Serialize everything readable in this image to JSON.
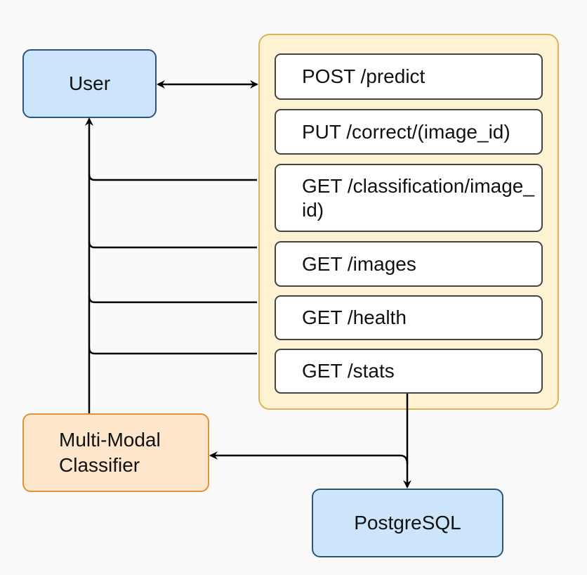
{
  "nodes": {
    "user": "User",
    "classifier": "Multi-Modal Classifier",
    "database": "PostgreSQL"
  },
  "api_endpoints": [
    "POST /predict",
    "PUT /correct/(image_id)",
    "GET /classification/image_id)",
    "GET /images",
    "GET /health",
    "GET /stats"
  ],
  "colors": {
    "user_fill": "#cce5fb",
    "classifier_fill": "#fde6cb",
    "api_container_fill": "#fdf3d3",
    "database_fill": "#cce5fb"
  }
}
